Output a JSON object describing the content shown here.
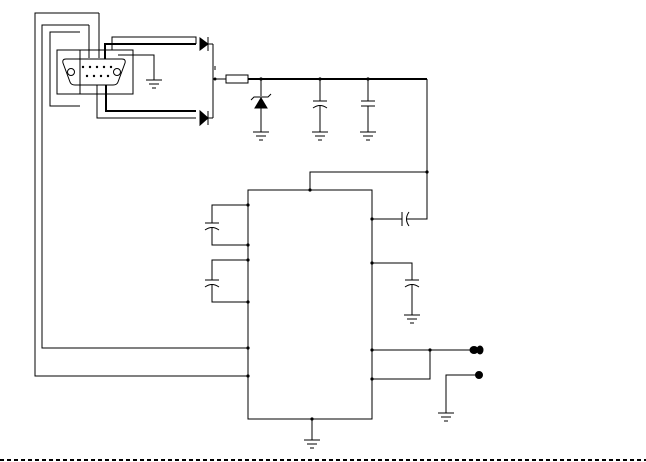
{
  "diagram": {
    "kind": "electronic schematic",
    "colors": {
      "line": "#000000",
      "background": "#ffffff"
    },
    "components": [
      {
        "id": "db9-connector",
        "type": "DB9 serial connector"
      },
      {
        "id": "diode-top",
        "type": "diode"
      },
      {
        "id": "diode-bottom",
        "type": "diode"
      },
      {
        "id": "resistor",
        "type": "resistor"
      },
      {
        "id": "zener-diode",
        "type": "zener diode"
      },
      {
        "id": "cap-filter-1",
        "type": "polarized capacitor"
      },
      {
        "id": "cap-filter-2",
        "type": "capacitor"
      },
      {
        "id": "ic-chip",
        "type": "integrated circuit"
      },
      {
        "id": "cap-pump-1",
        "type": "polarized capacitor"
      },
      {
        "id": "cap-pump-2",
        "type": "polarized capacitor"
      },
      {
        "id": "cap-vplus",
        "type": "polarized capacitor"
      },
      {
        "id": "cap-vminus",
        "type": "polarized capacitor"
      },
      {
        "id": "output-terminal-1",
        "type": "terminal"
      },
      {
        "id": "output-terminal-2",
        "type": "terminal"
      }
    ],
    "grounds": 7
  }
}
